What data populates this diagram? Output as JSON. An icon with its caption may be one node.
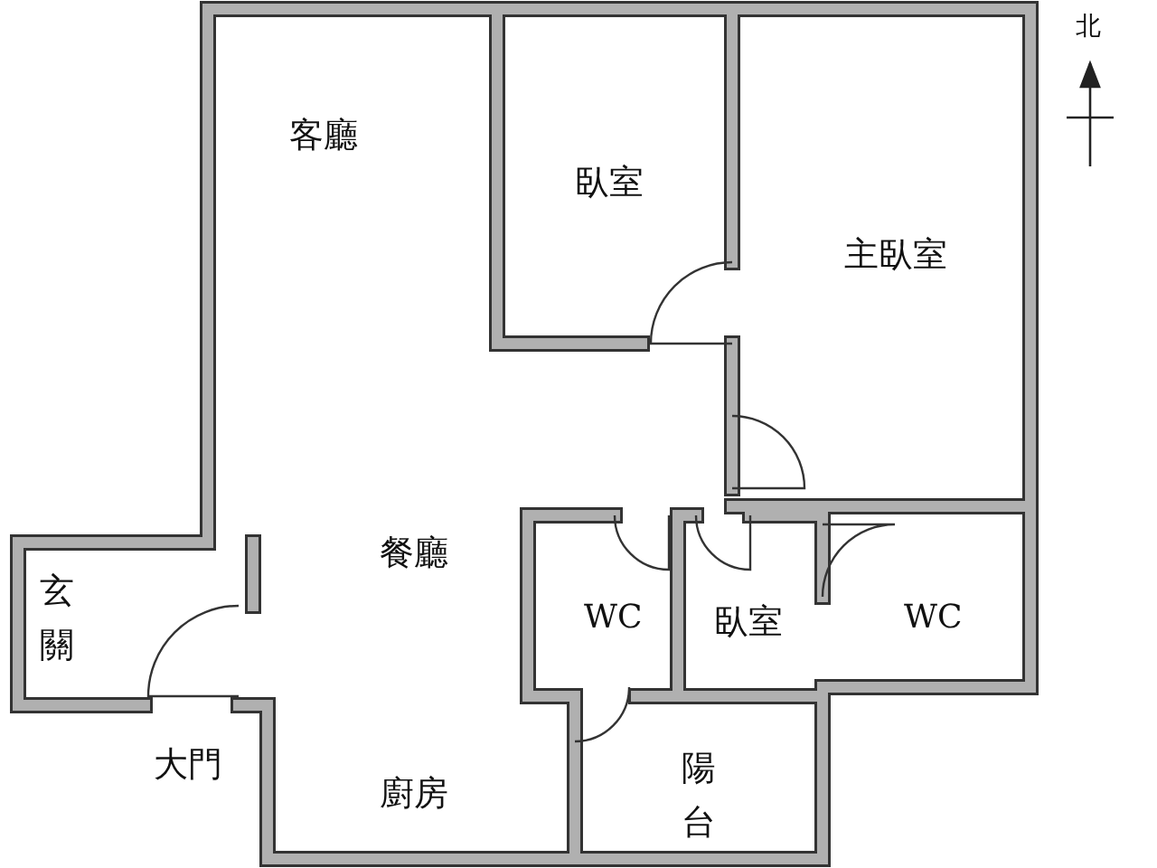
{
  "diagram": {
    "labels": [
      "北",
      "客廳",
      "臥室",
      "主臥室",
      "餐廳",
      "玄關",
      "WC",
      "臥室",
      "WC",
      "大門",
      "廚房",
      "陽台"
    ]
  }
}
